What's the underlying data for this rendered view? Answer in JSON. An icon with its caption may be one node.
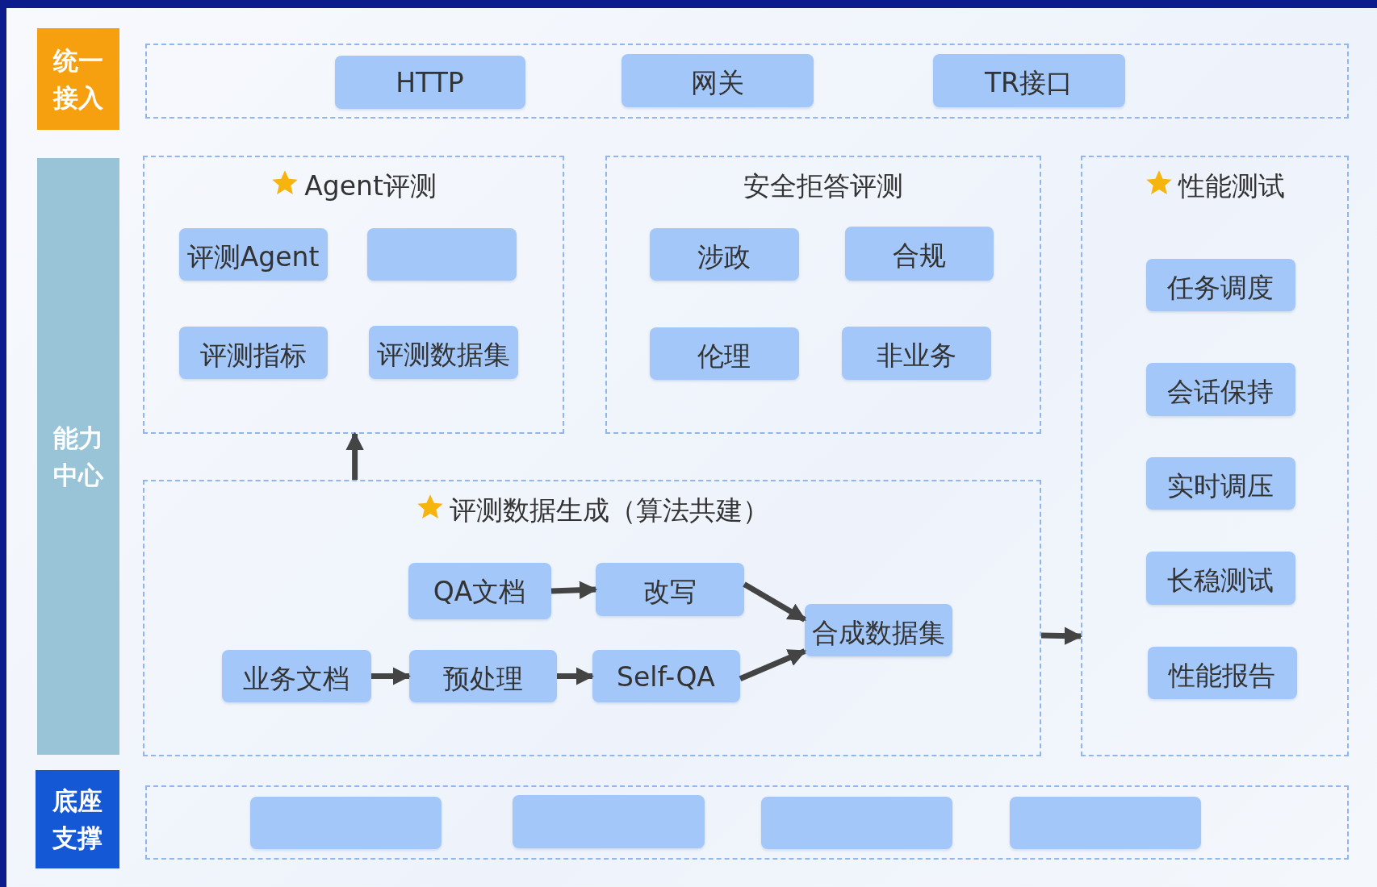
{
  "diagram": {
    "nodes": [
      {
        "text": [
          "统一接入"
        ]
      },
      {
        "text": [],
        "shape": "box"
      },
      {
        "text": [
          "HTTP"
        ],
        "in": 1
      },
      {
        "text": [
          "网关"
        ],
        "in": 1
      },
      {
        "text": [
          "TR接口"
        ],
        "in": 1
      },
      {
        "text": [
          "能力中心"
        ]
      },
      {
        "text": [
          "Agent评测"
        ]
      },
      {
        "text": [
          "评测Agent"
        ],
        "in": 6
      },
      {
        "text": [],
        "shape": "box",
        "in": 6
      },
      {
        "text": [
          "评测指标"
        ],
        "in": 6
      },
      {
        "text": [
          "评测数据集"
        ],
        "in": 6
      },
      {
        "text": [
          "安全拒答评测"
        ]
      },
      {
        "text": [
          "涉政"
        ],
        "in": 11
      },
      {
        "text": [
          "合规"
        ],
        "in": 11
      },
      {
        "text": [
          "伦理"
        ],
        "in": 11
      },
      {
        "text": [
          "非业务"
        ],
        "in": 11
      },
      {
        "text": [
          "性能测试"
        ]
      },
      {
        "text": [
          "任务调度"
        ],
        "in": 16
      },
      {
        "text": [
          "会话保持"
        ],
        "in": 16
      },
      {
        "text": [
          "实时调压"
        ],
        "in": 16
      },
      {
        "text": [
          "长稳测试"
        ],
        "in": 16
      },
      {
        "text": [
          "性能报告"
        ],
        "in": 16
      },
      {
        "text": [
          "评测数据生成（算法共建）"
        ]
      },
      {
        "text": [
          "QA文档"
        ],
        "in": 22
      },
      {
        "text": [
          "改写"
        ],
        "in": 22
      },
      {
        "text": [
          "合成数据集"
        ],
        "in": 22
      },
      {
        "text": [
          "业务文档"
        ],
        "in": 22
      },
      {
        "text": [
          "预处理"
        ],
        "in": 22
      },
      {
        "text": [
          "Self-QA"
        ],
        "in": 22
      },
      {
        "text": [
          "底座支撑"
        ]
      },
      {
        "text": [],
        "shape": "box"
      },
      {
        "text": [],
        "shape": "box",
        "in": 30
      },
      {
        "text": [],
        "shape": "box",
        "in": 30
      },
      {
        "text": [],
        "shape": "box",
        "in": 30
      },
      {
        "text": [],
        "shape": "box",
        "in": 30
      }
    ],
    "edges": [
      {
        "from": 22,
        "to": 6,
        "arrow": "to"
      },
      {
        "from": 23,
        "to": 24,
        "arrow": "to"
      },
      {
        "from": 24,
        "to": 25,
        "arrow": "to"
      },
      {
        "from": 26,
        "to": 27,
        "arrow": "to"
      },
      {
        "from": 27,
        "to": 28,
        "arrow": "to"
      },
      {
        "from": 28,
        "to": 25,
        "arrow": "to"
      },
      {
        "from": 22,
        "to": 16,
        "arrow": "to"
      }
    ]
  }
}
